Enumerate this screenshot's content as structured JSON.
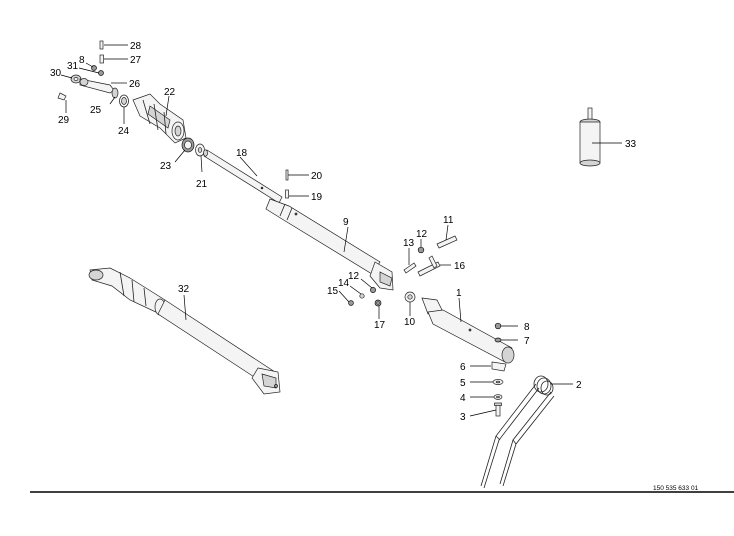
{
  "diagram": {
    "document_number": "150 535 633 01",
    "part_numbers": [
      "1",
      "2",
      "3",
      "4",
      "5",
      "6",
      "7",
      "8",
      "8",
      "9",
      "10",
      "11",
      "12",
      "12",
      "13",
      "14",
      "15",
      "16",
      "17",
      "18",
      "19",
      "20",
      "21",
      "22",
      "23",
      "24",
      "25",
      "26",
      "27",
      "28",
      "29",
      "30",
      "31",
      "32",
      "33"
    ]
  }
}
